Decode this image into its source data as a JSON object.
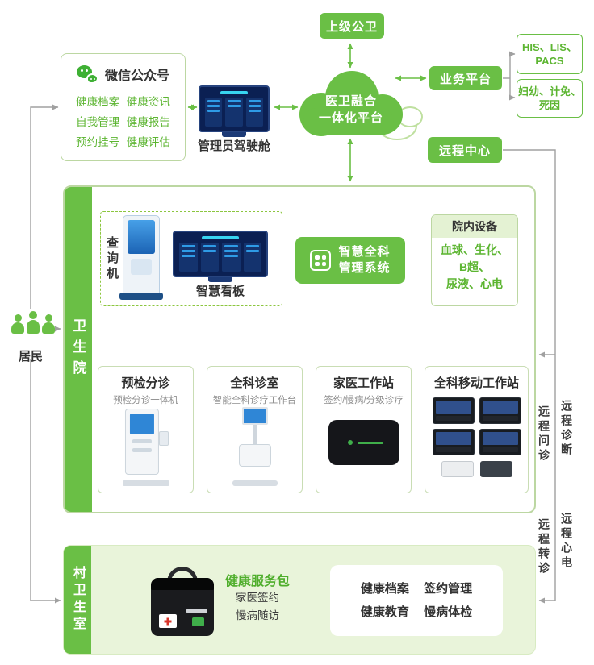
{
  "colors": {
    "green": "#6abf45",
    "green_text": "#5cb531",
    "light_green_fill": "#e9f4da",
    "border_green": "#bcd7a2",
    "screen_navy": "#0b2053",
    "dark_text": "#333333"
  },
  "top": {
    "superior": "上级公卫",
    "business_platform": "业务平台",
    "his_line1": "HIS、LIS、",
    "his_line2": "PACS",
    "mch_line1": "妇幼、计免、",
    "mch_line2": "死因",
    "remote_center": "远程中心"
  },
  "wechat": {
    "title": "微信公众号",
    "items": [
      "健康档案 健康资讯",
      "自我管理 健康报告",
      "预约挂号 健康评估"
    ]
  },
  "cockpit_label": "管理员驾驶舱",
  "cloud": {
    "line1": "医卫融合",
    "line2": "一体化平台"
  },
  "residents_label": "居民",
  "health_center": {
    "label": "卫生院",
    "query_kiosk": "查询机",
    "smart_board": "智慧看板",
    "system_line1": "智慧全科",
    "system_line2": "管理系统",
    "devices": {
      "title": "院内设备",
      "lines": [
        "血球、生化、",
        "B超、",
        "尿液、心电"
      ]
    },
    "stations": [
      {
        "title": "预检分诊",
        "subtitle": "预检分诊一体机"
      },
      {
        "title": "全科诊室",
        "subtitle": "智能全科诊疗工作台"
      },
      {
        "title": "家医工作站",
        "subtitle": "签约/慢病/分级诊疗"
      },
      {
        "title": "全科移动工作站",
        "subtitle": ""
      }
    ]
  },
  "village": {
    "label": "村卫生室",
    "pack_title": "健康服务包",
    "pack_line1": "家医签约",
    "pack_line2": "慢病随访",
    "service_line1": "健康档案 签约管理",
    "service_line2": "健康教育 慢病体检"
  },
  "remote_labels": {
    "consult": "远程问诊",
    "diagnosis": "远程诊断",
    "referral": "远程转诊",
    "ecg": "远程心电"
  }
}
